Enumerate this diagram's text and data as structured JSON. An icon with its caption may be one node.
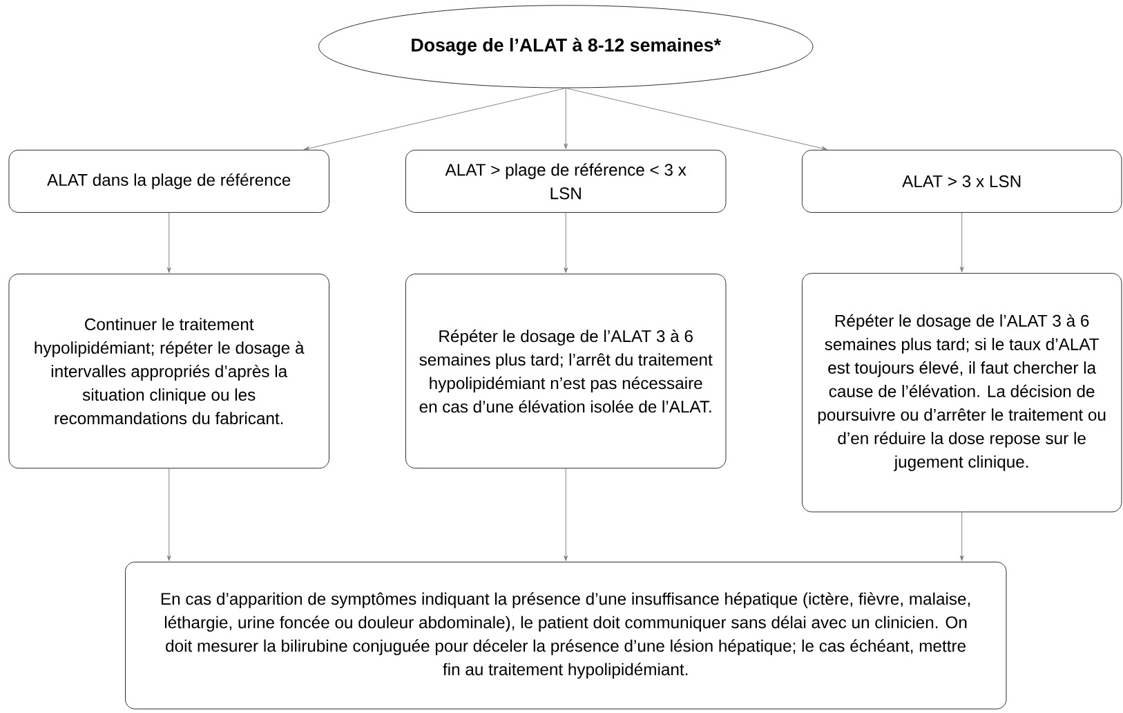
{
  "diagram": {
    "nodes": [
      {
        "text": [
          "Dosage de l’ALAT à 8-12 semaines*"
        ]
      },
      {
        "text": [
          "ALAT dans la plage de référence"
        ]
      },
      {
        "text": [
          "ALAT > plage de référence < 3 x LSN"
        ]
      },
      {
        "text": [
          "ALAT > 3 x LSN"
        ]
      },
      {
        "text": [
          "Continuer le traitement hypolipidémiant; répéter le dosage à intervalles appropriés d’après la situation clinique ou les recommandations du fabricant."
        ]
      },
      {
        "text": [
          "Répéter le dosage de l’ALAT 3 à 6 semaines plus tard; l’arrêt du traitement hypolipidémiant n’est pas nécessaire en cas d’une élévation isolée de l’ALAT."
        ]
      },
      {
        "text": [
          "Répéter le dosage de l’ALAT 3 à 6 semaines plus tard; si le taux d’ALAT est toujours élevé, il faut chercher la cause de l’élévation. La décision de poursuivre ou d’arrêter le traitement ou d’en réduire la dose repose sur le jugement clinique."
        ]
      },
      {
        "text": [
          "En cas d’apparition de symptômes indiquant la présence d’une insuffisance hépatique (ictère, fièvre, malaise, léthargie, urine foncée ou douleur abdominale), le patient doit communiquer sans délai avec un clinicien. On doit mesurer la bilirubine conjuguée pour déceler la présence d’une lésion hépatique; le cas échéant, mettre fin au traitement hypolipidémiant."
        ]
      }
    ],
    "edges": [
      {
        "from": 0,
        "to": 1,
        "arrow": "to"
      },
      {
        "from": 0,
        "to": 2,
        "arrow": "to"
      },
      {
        "from": 0,
        "to": 3,
        "arrow": "to"
      },
      {
        "from": 1,
        "to": 4,
        "arrow": "to"
      },
      {
        "from": 2,
        "to": 5,
        "arrow": "to"
      },
      {
        "from": 3,
        "to": 6,
        "arrow": "to"
      },
      {
        "from": 4,
        "to": 7,
        "arrow": "to"
      },
      {
        "from": 5,
        "to": 7,
        "arrow": "to"
      },
      {
        "from": 6,
        "to": 7,
        "arrow": "to"
      }
    ]
  }
}
